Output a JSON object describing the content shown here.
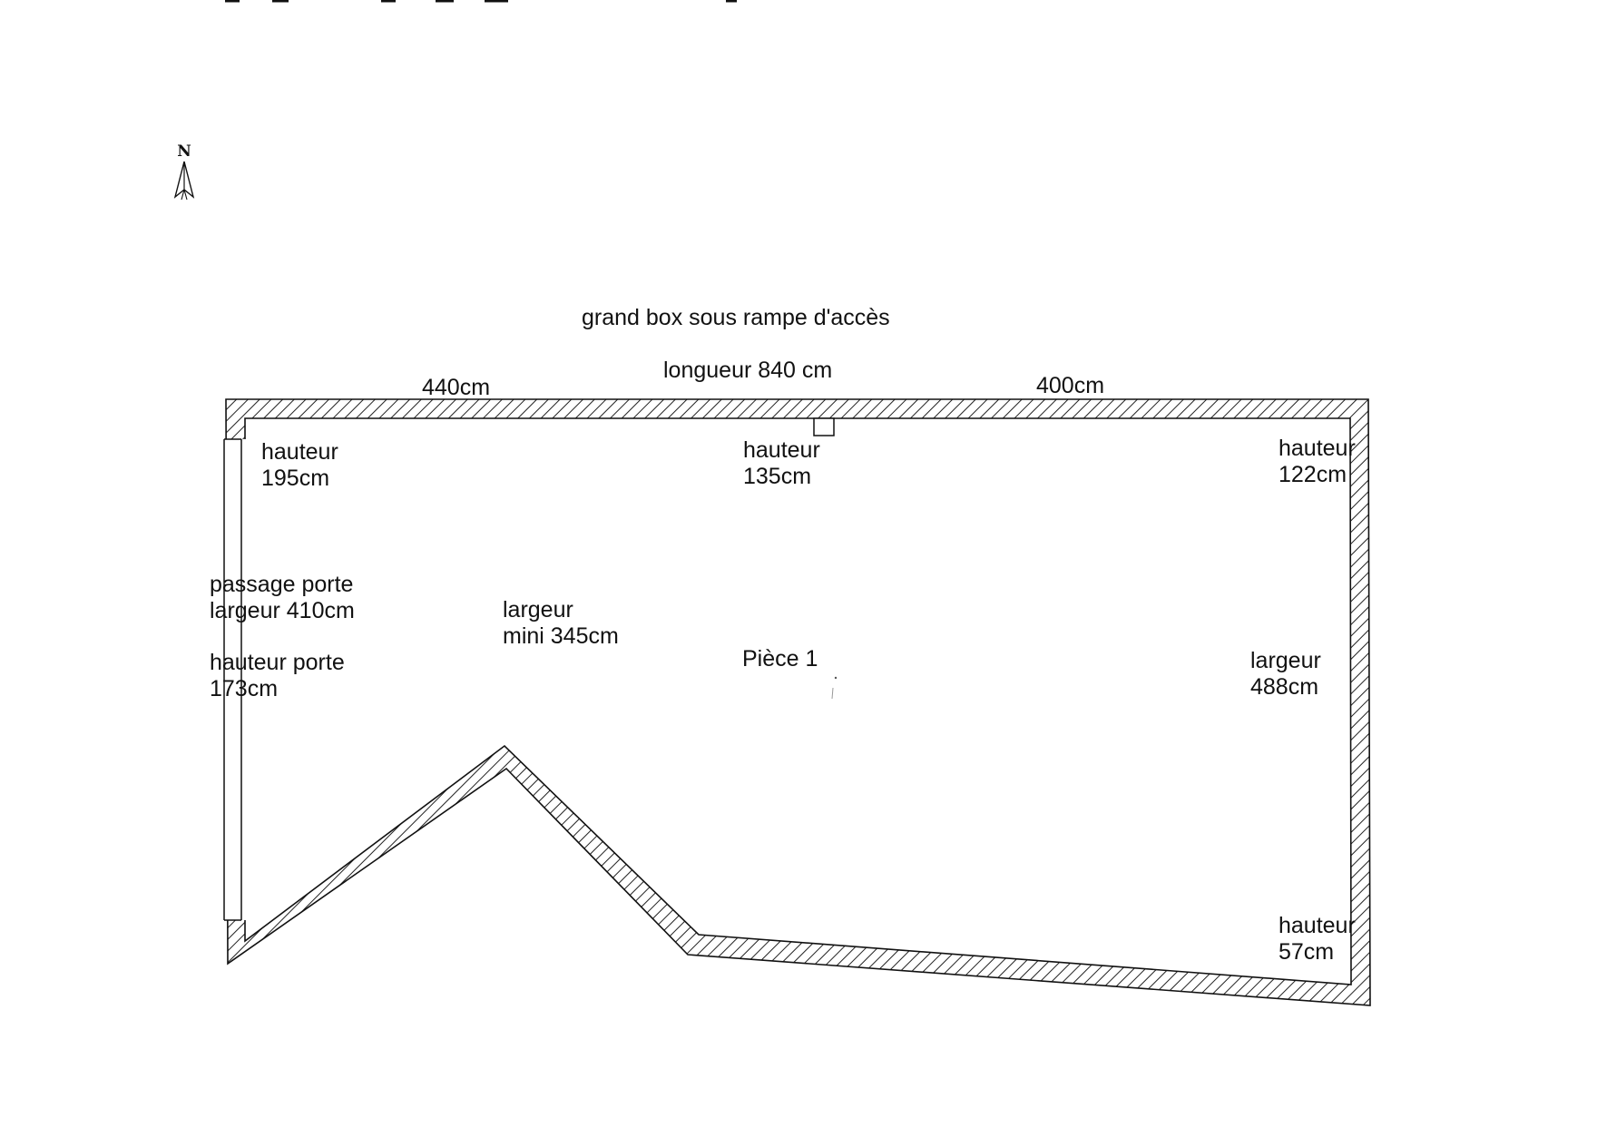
{
  "title": "grand box sous rampe d'accès",
  "north": "N",
  "dimensions": {
    "length_total": "longueur 840 cm",
    "segment_left": "440cm",
    "segment_right": "400cm"
  },
  "labels": {
    "height_nw": [
      "hauteur",
      "195cm"
    ],
    "height_n": [
      "hauteur",
      "135cm"
    ],
    "height_ne": [
      "hauteur",
      "122cm"
    ],
    "door_passage": [
      "passage porte",
      "largeur 410cm"
    ],
    "door_height": [
      "hauteur porte",
      "173cm"
    ],
    "width_min": [
      "largeur",
      "mini 345cm"
    ],
    "room_name": "Pièce 1",
    "width_east": [
      "largeur",
      "488cm"
    ],
    "height_se": [
      "hauteur",
      "57cm"
    ]
  },
  "colors": {
    "ink": "#111111",
    "wall_hatch": "#222222"
  }
}
